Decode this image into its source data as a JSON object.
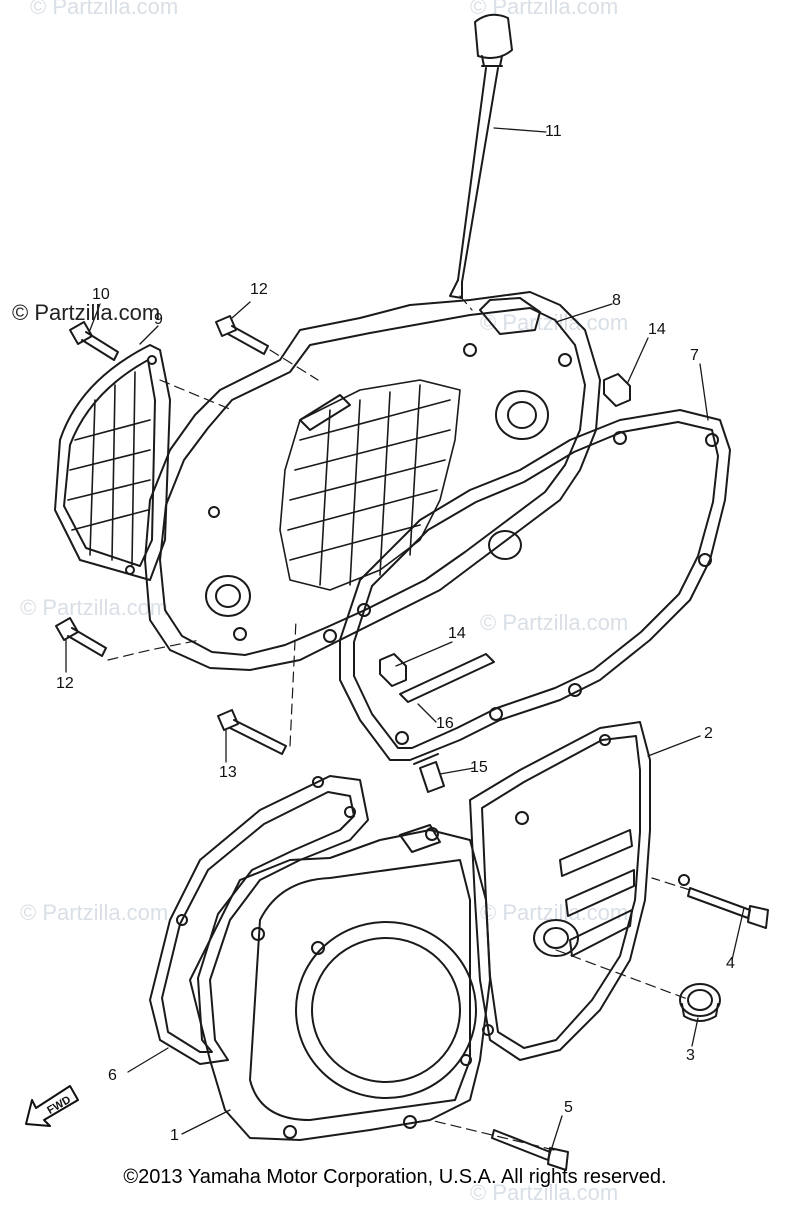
{
  "watermarks": [
    "© Partzilla.com",
    "© Partzilla.com",
    "© Partzilla.com",
    "© Partzilla.com",
    "© Partzilla.com",
    "© Partzilla.com",
    "© Partzilla.com",
    "© Partzilla.com"
  ],
  "brand_watermark": "© Partzilla.com",
  "callouts": {
    "p1": "1",
    "p2": "2",
    "p3": "3",
    "p4": "4",
    "p5": "5",
    "p6": "6",
    "p7": "7",
    "p8": "8",
    "p9": "9",
    "p10": "10",
    "p11": "11",
    "p12a": "12",
    "p12b": "12",
    "p13": "13",
    "p14a": "14",
    "p14b": "14",
    "p15": "15",
    "p16": "16"
  },
  "fwd_label": "FWD",
  "copyright": "©2013  Yamaha Motor Corporation, U.S.A. All rights reserved."
}
